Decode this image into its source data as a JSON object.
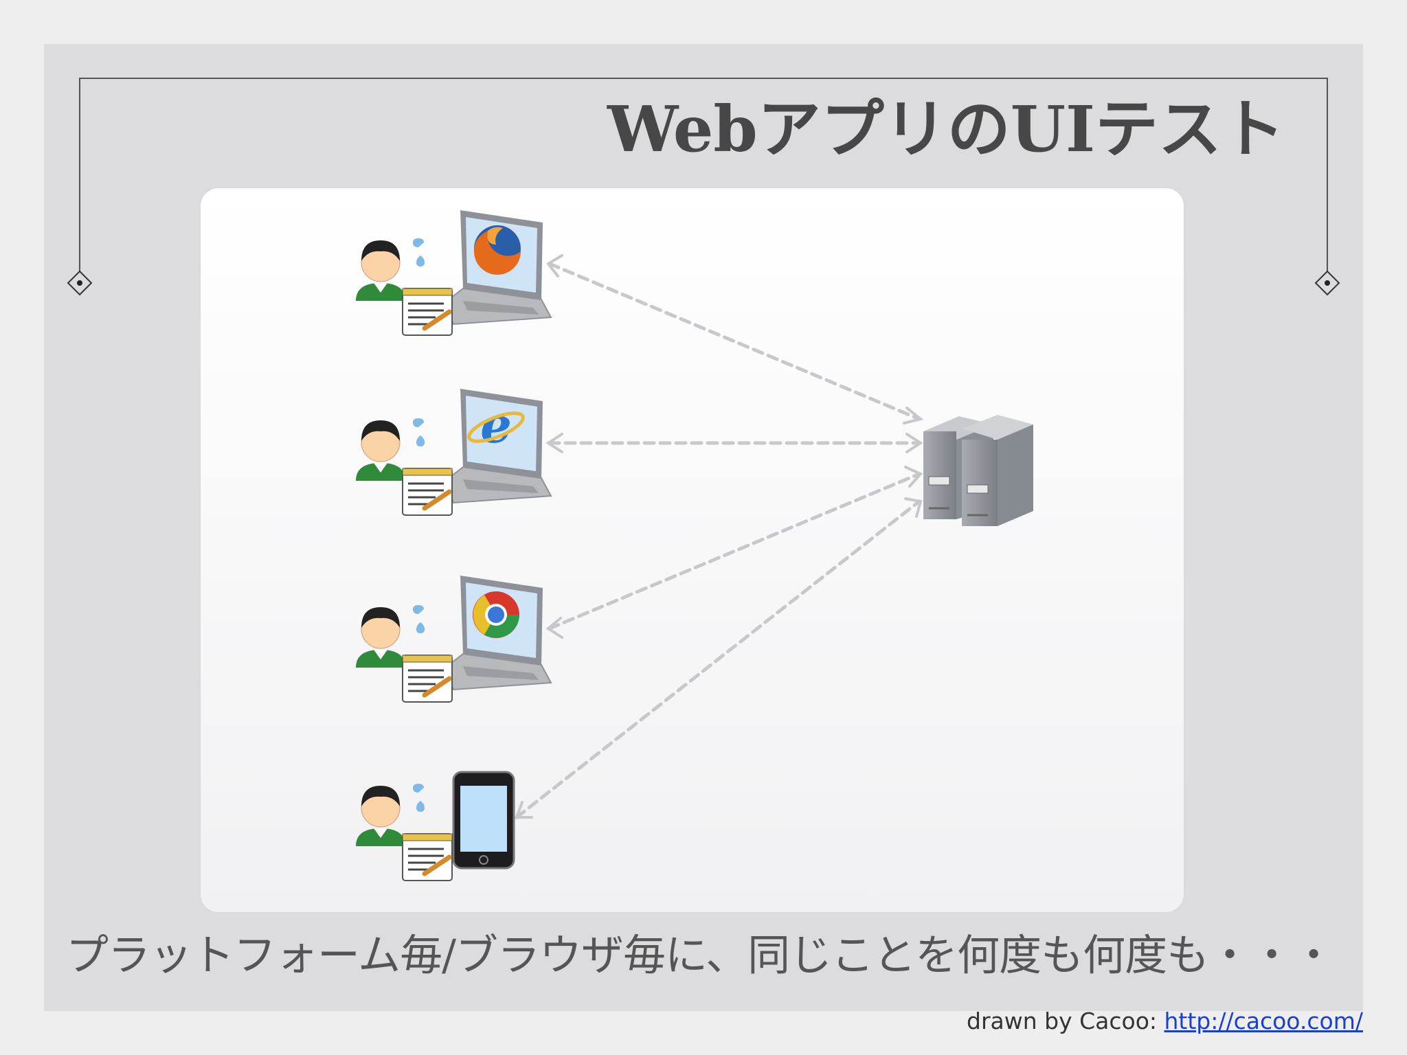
{
  "slide": {
    "title": "WebアプリのUIテスト",
    "caption": "プラットフォーム毎/ブラウザ毎に、同じことを何度も何度も・・・",
    "credit": {
      "prefix": "drawn by Cacoo: ",
      "link_text": "http://cacoo.com/"
    }
  },
  "diagram": {
    "clients": [
      {
        "device": "laptop",
        "browser_icon": "firefox-icon"
      },
      {
        "device": "laptop",
        "browser_icon": "internet-explorer-icon"
      },
      {
        "device": "laptop",
        "browser_icon": "chrome-icon"
      },
      {
        "device": "smartphone",
        "browser_icon": "smartphone-icon"
      }
    ],
    "server_icon": "server-icon",
    "tester_icon": "person-with-notepad-icon",
    "connector_style": "dashed-bidirectional"
  },
  "colors": {
    "slide_bg": "#dcdcde",
    "title_text": "#474747",
    "caption_text": "#555555",
    "link": "#1a3fd0",
    "connector": "#c8c8cc"
  }
}
